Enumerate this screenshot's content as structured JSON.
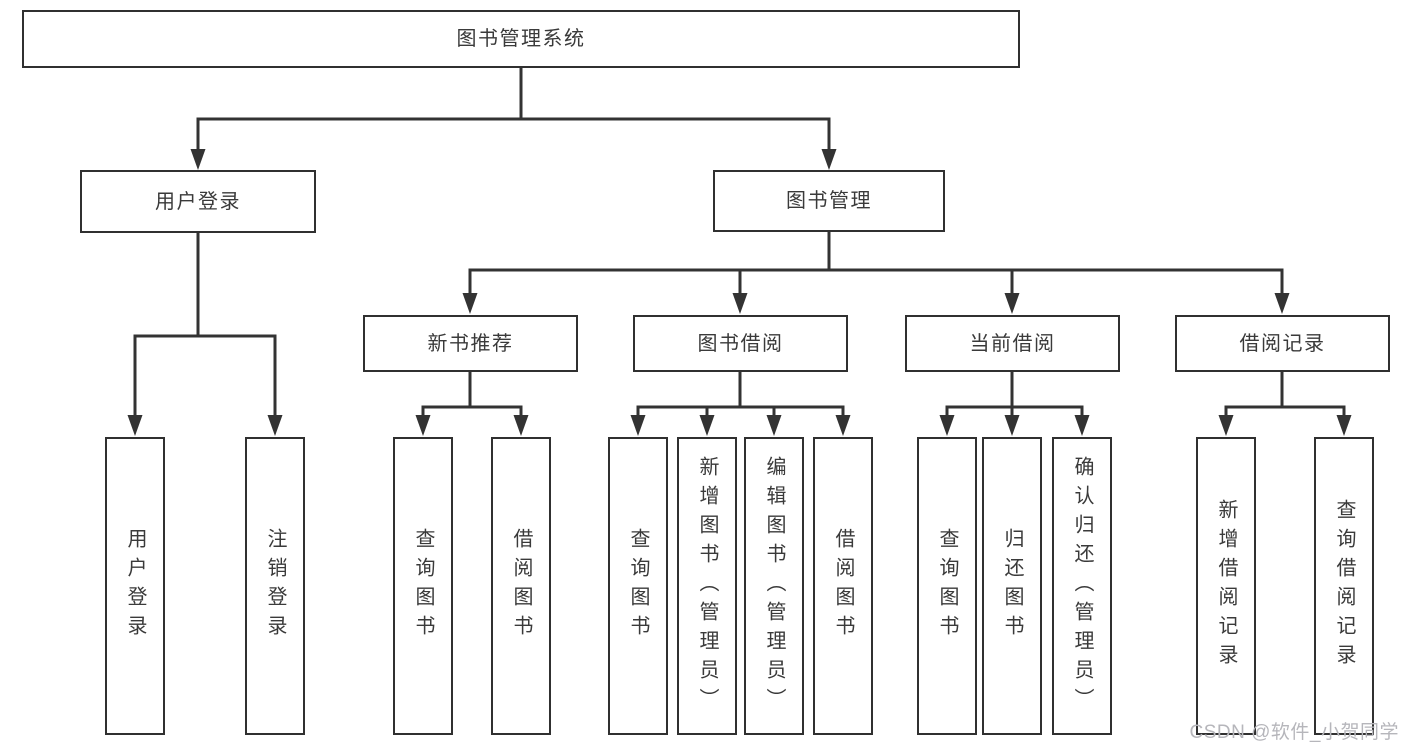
{
  "diagram": {
    "type": "hierarchy-tree",
    "colors": {
      "line": "#333333",
      "box_border": "#303030",
      "box_fill": "#ffffff",
      "text": "#3a3a3a",
      "watermark": "#b6b6bb"
    }
  },
  "tree": {
    "root": {
      "label": "图书管理系统"
    },
    "branches": [
      {
        "id": "user-login",
        "label": "用户登录",
        "children": [
          {
            "label": "用户登录"
          },
          {
            "label": "注销登录"
          }
        ]
      },
      {
        "id": "book-management",
        "label": "图书管理",
        "children": [
          {
            "label": "新书推荐",
            "children": [
              {
                "label": "查询图书"
              },
              {
                "label": "借阅图书"
              }
            ]
          },
          {
            "label": "图书借阅",
            "children": [
              {
                "label": "查询图书"
              },
              {
                "label": "新增图书（管理员）"
              },
              {
                "label": "编辑图书（管理员）"
              },
              {
                "label": "借阅图书"
              }
            ]
          },
          {
            "label": "当前借阅",
            "children": [
              {
                "label": "查询图书"
              },
              {
                "label": "归还图书"
              },
              {
                "label": "确认归还（管理员）"
              }
            ]
          },
          {
            "label": "借阅记录",
            "children": [
              {
                "label": "新增借阅记录"
              },
              {
                "label": "查询借阅记录"
              }
            ]
          }
        ]
      }
    ]
  },
  "watermark": {
    "text": "CSDN @软件_小贺同学"
  }
}
